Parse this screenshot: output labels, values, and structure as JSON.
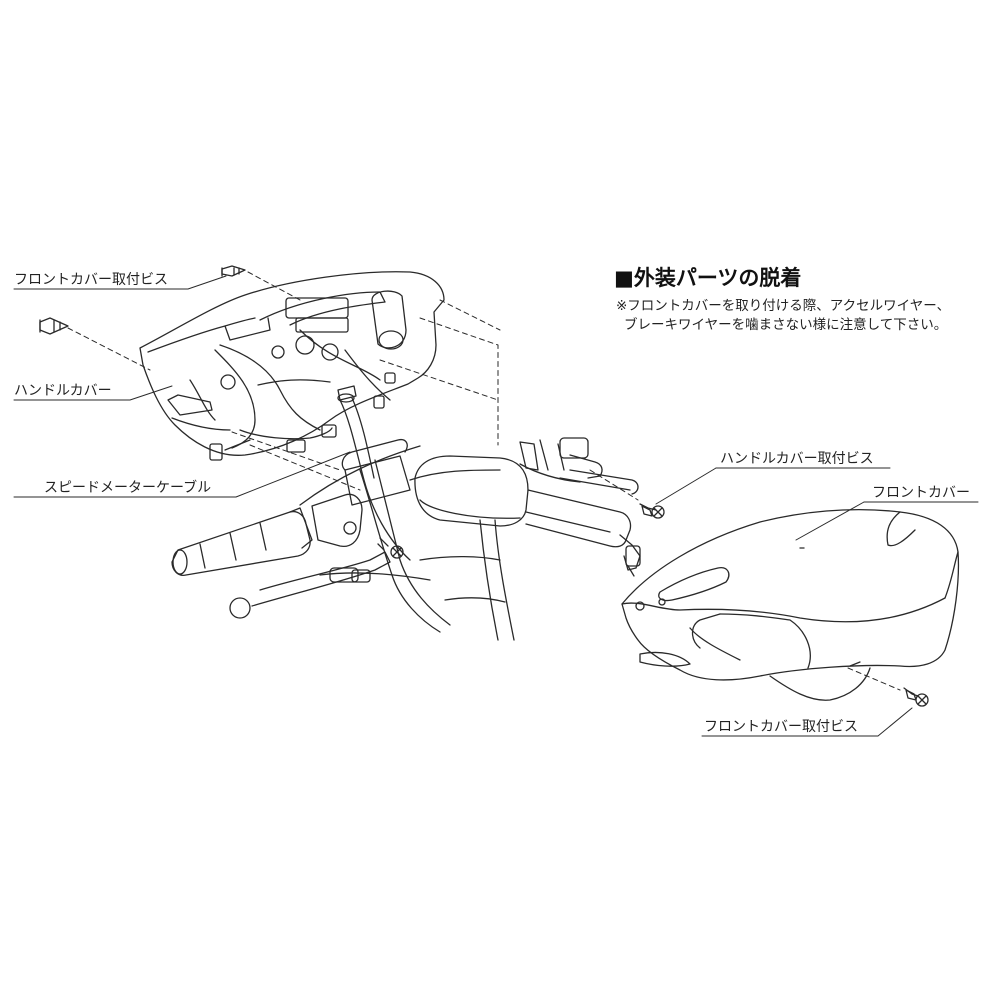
{
  "heading": {
    "title": "■外装パーツの脱着",
    "note_line1": "※フロントカバーを取り付ける際、アクセルワイヤー、",
    "note_line2": "ブレーキワイヤーを噛まさない様に注意して下さい。"
  },
  "callouts": {
    "front_cover_screw_top": "フロントカバー取付ビス",
    "handle_cover": "ハンドルカバー",
    "speedometer_cable": "スピードメーターケーブル",
    "handle_cover_screw": "ハンドルカバー取付ビス",
    "front_cover": "フロントカバー",
    "front_cover_screw_bottom": "フロントカバー取付ビス"
  },
  "colors": {
    "line": "#2a2a2a",
    "text": "#222222",
    "light": "#777777"
  }
}
